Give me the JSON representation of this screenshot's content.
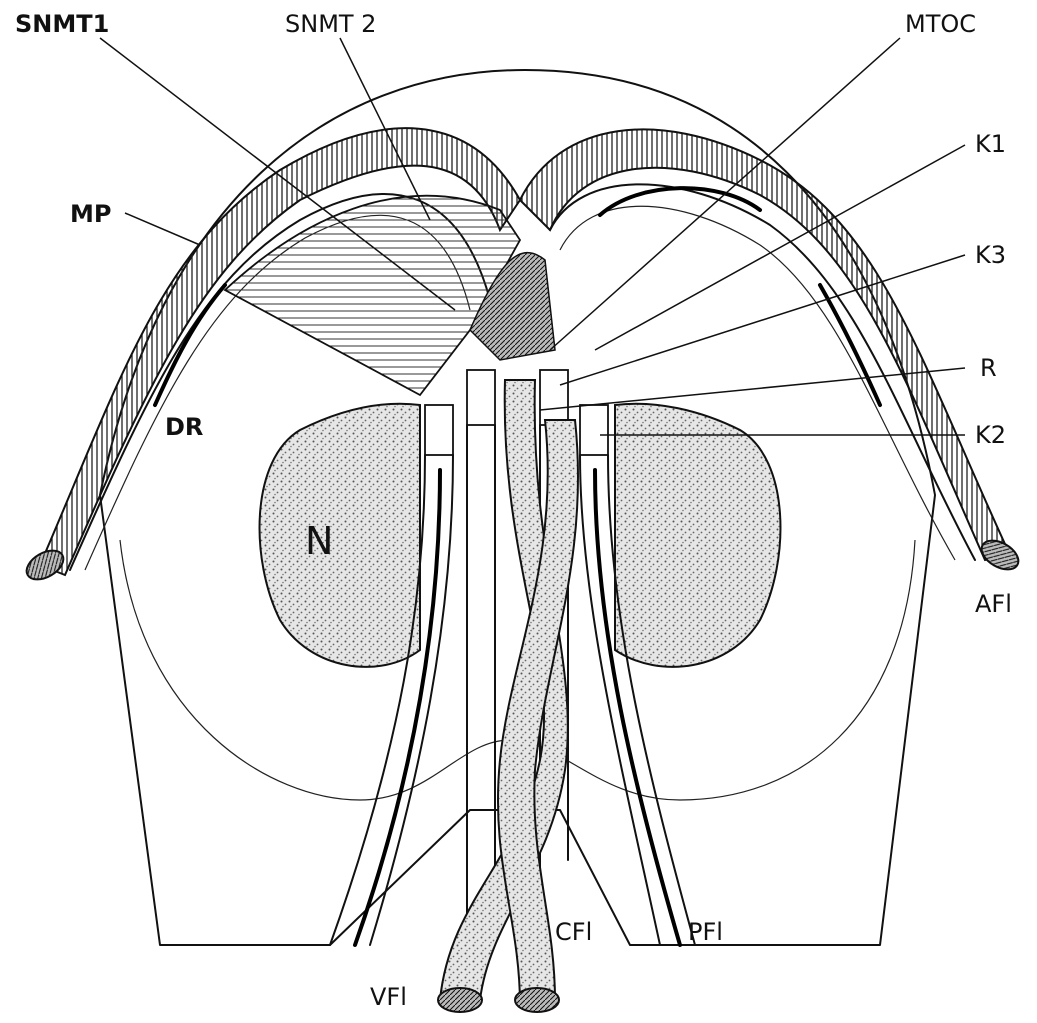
{
  "labels": {
    "snmt1": "SNMT1",
    "snmt2": "SNMT 2",
    "mtoc": "MTOC",
    "k1": "K1",
    "k3": "K3",
    "r": "R",
    "k2": "K2",
    "mp": "MP",
    "dr": "DR",
    "n": "N",
    "afl": "AFl",
    "vfl": "VFl",
    "cfl": "CFl",
    "pfl": "PFl"
  }
}
